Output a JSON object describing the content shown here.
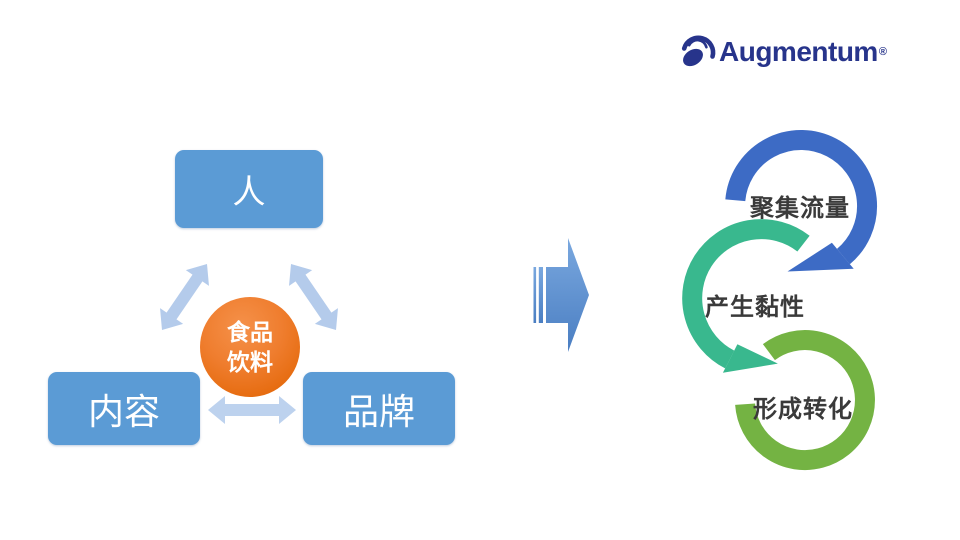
{
  "slide": {
    "background": "#FFFFFF"
  },
  "logo": {
    "name": "Augmentum",
    "registered": "®",
    "color": "#27348B",
    "icon": "augmentum-swirl-icon"
  },
  "left_diagram": {
    "boxes": [
      {
        "id": "person",
        "label": "人"
      },
      {
        "id": "content",
        "label": "内容"
      },
      {
        "id": "brand",
        "label": "品牌"
      }
    ],
    "center": {
      "line1": "食品",
      "line2": "饮料"
    },
    "box_color": "#5B9BD5",
    "box_text_color": "#FFFFFF",
    "connector_color": "#B4CBEB",
    "center_color": "#EE7420"
  },
  "transition_arrow": {
    "color_top": "#7AA8DF",
    "color_bottom": "#4A7EC2"
  },
  "cycle": {
    "label_color": "#3A3A3A",
    "steps": [
      {
        "label": "聚集流量",
        "color": "#3D6BC5"
      },
      {
        "label": "产生黏性",
        "color": "#39B88E"
      },
      {
        "label": "形成转化",
        "color": "#74B343"
      }
    ]
  }
}
